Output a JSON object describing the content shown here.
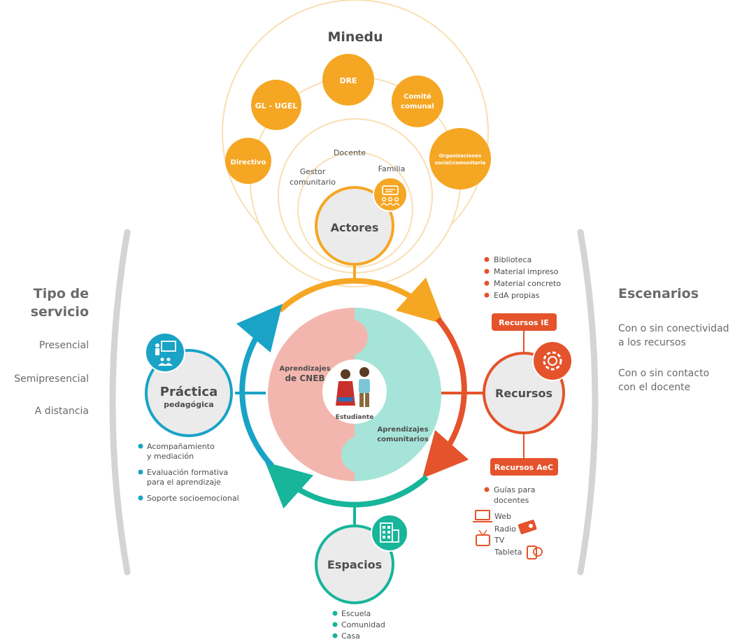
{
  "colors": {
    "orange": "#f5a623",
    "orange_light": "#f8dfb3",
    "red": "#e4532b",
    "teal": "#17b59a",
    "blue": "#19a3c6",
    "salmon": "#f3b6ae",
    "mint": "#a6e4d9",
    "gray": "#d4d4d4",
    "dark_gray": "#4d4d4d",
    "text_gray": "#6a6a6a"
  },
  "actores": {
    "top_title": "Minedu",
    "nodes": {
      "dre": "DRE",
      "gl_ugel": "GL - UGEL",
      "comite_line1": "Comité",
      "comite_line2": "comunal",
      "directivo": "Directivo",
      "org_line1": "Organizaciones",
      "org_line2": "social/comunitaria"
    },
    "inner": {
      "docente": "Docente",
      "familia": "Familia",
      "gestor_line1": "Gestor",
      "gestor_line2": "comunitario"
    },
    "label": "Actores",
    "icon": "people-presentation-icon"
  },
  "center": {
    "cneb_line1": "Aprendizajes",
    "cneb_line2": "de CNEB",
    "comunitarios_line1": "Aprendizajes",
    "comunitarios_line2": "comunitarios",
    "estudiante": "Estudiante"
  },
  "practica": {
    "label_line1": "Práctica",
    "label_line2": "pedagógica",
    "icon": "teacher-board-icon",
    "items": [
      {
        "line1": "Acompañamiento",
        "line2": "y mediación"
      },
      {
        "line1": "Evaluación formativa",
        "line2": "para el aprendizaje"
      },
      {
        "line1": "Soporte socioemocional",
        "line2": ""
      }
    ]
  },
  "recursos": {
    "label": "Recursos",
    "icon": "gear-icon",
    "ie_badge": "Recursos IE",
    "aec_badge": "Recursos AeC",
    "ie_items": [
      "Biblioteca",
      "Material impreso",
      "Material concreto",
      "EdA propias"
    ],
    "aec_guide_line1": "Guías para",
    "aec_guide_line2": "docentes",
    "media": [
      "Web",
      "Radio",
      "TV",
      "Tableta"
    ]
  },
  "espacios": {
    "label": "Espacios",
    "icon": "building-icon",
    "items": [
      "Escuela",
      "Comunidad",
      "Casa"
    ]
  },
  "tipo_servicio": {
    "title_line1": "Tipo de",
    "title_line2": "servicio",
    "options": [
      "Presencial",
      "Semipresencial",
      "A distancia"
    ]
  },
  "escenarios": {
    "title": "Escenarios",
    "items": [
      {
        "line1": "Con o sin conectividad",
        "line2": "a los recursos"
      },
      {
        "line1": "Con o sin contacto",
        "line2": "con el docente"
      }
    ]
  }
}
